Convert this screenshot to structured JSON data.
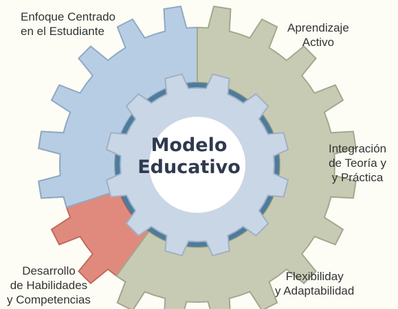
{
  "center": {
    "line1": "Modelo",
    "line2": "Educativo"
  },
  "segments": [
    {
      "label": "Enfoque Centrado\nen el Estudiante",
      "color": "#b7cde3",
      "edge": "#8fa9c4"
    },
    {
      "label": "Aprendizaje\nActivo",
      "color": "#c7cbb3",
      "edge": "#a3a88d"
    },
    {
      "label": "Integración\nde Teoría y\ny Práctica",
      "color": "#c7cbb3",
      "edge": "#a3a88d"
    },
    {
      "label": "Flexibiliday\ny Adaptabilidad",
      "color": "#c7cbb3",
      "edge": "#a3a88d"
    },
    {
      "label": "Desarrollo\nde Habilidades\ny Competencias",
      "color": "#e08a7d",
      "edge": "#bf6a5e"
    }
  ],
  "inner_gear_color": "#c9d6e6",
  "inner_ring_accent": "#3a9ad9"
}
